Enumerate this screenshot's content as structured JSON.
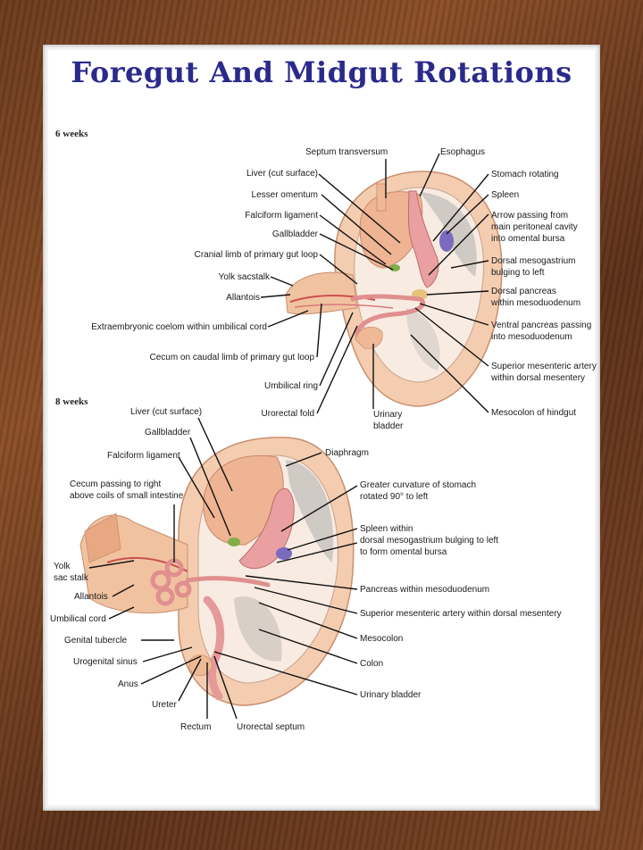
{
  "title": "Foregut And Midgut Rotations",
  "sections": {
    "six_weeks": "6 weeks",
    "eight_weeks": "8 weeks"
  },
  "labels_6w": {
    "septum_transversum": "Septum transversum",
    "esophagus": "Esophagus",
    "liver": "Liver (cut surface)",
    "stomach_rotating": "Stomach rotating",
    "lesser_omentum": "Lesser omentum",
    "spleen": "Spleen",
    "falciform": "Falciform ligament",
    "arrow_passing": "Arrow passing from\nmain peritoneal cavity\ninto omental bursa",
    "gallbladder": "Gallbladder",
    "cranial_limb": "Cranial limb of primary gut loop",
    "dorsal_mesogastrium": "Dorsal mesogastrium\nbulging to left",
    "yolk_sacstalk": "Yolk sacstalk",
    "dorsal_pancreas": "Dorsal pancreas\nwithin mesoduodenum",
    "allantois": "Allantois",
    "ventral_pancreas": "Ventral pancreas passing\ninto mesoduodenum",
    "extraembryonic": "Extraembryonic coelom within umbilical cord",
    "cecum_caudal": "Cecum on caudal limb of primary gut loop",
    "sma": "Superior mesenteric artery\nwithin dorsal mesentery",
    "umbilical_ring": "Umbilical ring",
    "urorectal_fold": "Urorectal fold",
    "urinary_bladder": "Urinary\nbladder",
    "mesocolon_hindgut": "Mesocolon of hindgut"
  },
  "labels_8w": {
    "liver": "Liver (cut surface)",
    "gallbladder": "Gallbladder",
    "diaphragm": "Diaphragm",
    "falciform": "Falciform ligament",
    "cecum_right": "Cecum passing to right\nabove coils of small intestine",
    "greater_curvature": "Greater curvature of stomach\nrotated 90° to left",
    "spleen_within": "Spleen within\ndorsal mesogastrium bulging to left\nto form omental bursa",
    "yolk_stalk": "Yolk\nsac stalk",
    "pancreas": "Pancreas within mesoduodenum",
    "allantois": "Allantois",
    "sma": "Superior mesenteric artery within dorsal mesentery",
    "umbilical_cord": "Umbilical cord",
    "mesocolon": "Mesocolon",
    "genital_tubercle": "Genital tubercle",
    "urogenital_sinus": "Urogenital sinus",
    "colon": "Colon",
    "anus": "Anus",
    "urinary_bladder": "Urinary bladder",
    "ureter": "Ureter",
    "rectum": "Rectum",
    "urorectal_septum": "Urorectal septum"
  },
  "colors": {
    "title": "#2b2a8c",
    "frame": "#6b3a1c",
    "tissue": "#f1c2a0",
    "gut": "#e9a3a3",
    "spleen": "#7b6bbf",
    "gallbladder": "#7fae4a"
  }
}
